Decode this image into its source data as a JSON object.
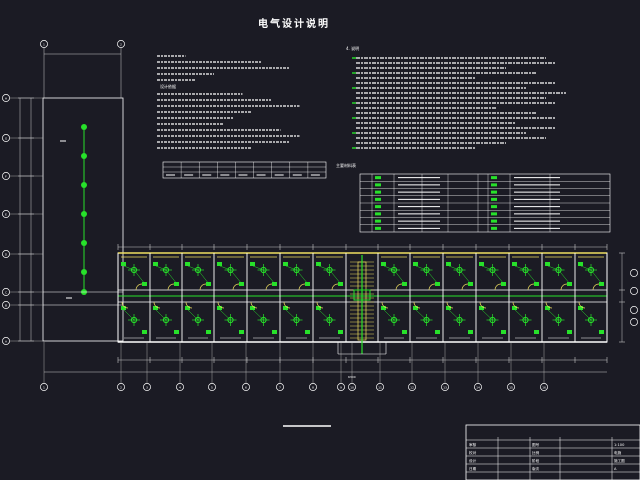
{
  "drawing": {
    "title": "电气设计说明",
    "section4_heading": "4.  说明",
    "legend_heading": "主要材料表",
    "left_notes_heading": "设计依据",
    "total_dim": "6300"
  },
  "grid": {
    "top_labels": [
      "1",
      "2"
    ],
    "bottom_labels": [
      "1",
      "2",
      "3",
      "4",
      "5",
      "6",
      "7",
      "8",
      "9",
      "10",
      "11",
      "12",
      "13",
      "14",
      "15",
      "16"
    ],
    "left_labels": [
      "H",
      "G",
      "F",
      "E",
      "D",
      "C",
      "B",
      "A"
    ]
  },
  "title_block": {
    "rows_left": [
      "审核",
      "校对",
      "设计",
      "日期"
    ],
    "rows_mid": [
      "图号",
      "比例",
      "阶段",
      "版次"
    ],
    "rows_right": [
      "1:100",
      "电施",
      "施工图",
      "A"
    ]
  },
  "colors": {
    "background": "#1b1b24",
    "line": "#ffffff",
    "fixture": "#27e12a",
    "wall": "#f0e060",
    "dim": "#c8c8c8"
  }
}
